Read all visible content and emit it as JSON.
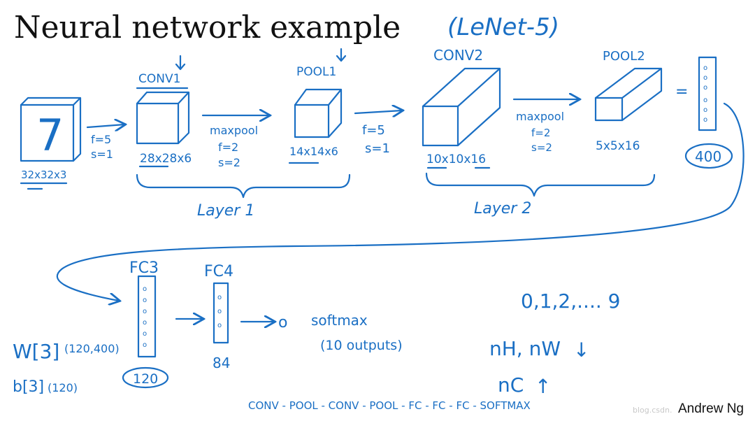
{
  "slide": {
    "title": "Neural network example",
    "subtitle": "(LeNet-5)",
    "author": "Andrew Ng",
    "watermark": "blog.csdn.",
    "ink_color": "#1a6fc4"
  },
  "input": {
    "digit": "7",
    "dims": "32x32x3"
  },
  "conv1": {
    "label": "CONV1",
    "dims": "28x28x6",
    "params": [
      "f=5",
      "s=1"
    ]
  },
  "pool1": {
    "label": "POOL1",
    "dims": "14x14x6",
    "op": "maxpool",
    "params": [
      "f=2",
      "s=2"
    ]
  },
  "conv2": {
    "label": "CONV2",
    "dims": "10x10x16",
    "params": [
      "f=5",
      "s=1"
    ]
  },
  "pool2": {
    "label": "POOL2",
    "dims": "5x5x16",
    "op": "maxpool",
    "params": [
      "f=2",
      "s=2"
    ]
  },
  "layers": [
    "Layer 1",
    "Layer 2"
  ],
  "flatten": {
    "equals": "=",
    "size": "400"
  },
  "fc3": {
    "label": "FC3",
    "size": "120",
    "weights": "W[3]",
    "weight_shape": "(120,400)",
    "bias": "b[3]",
    "bias_shape": "(120)"
  },
  "fc4": {
    "label": "FC4",
    "size": "84"
  },
  "output": {
    "node": "o",
    "label": "softmax",
    "sub": "(10 outputs)",
    "classes": "0,1,2,.... 9"
  },
  "notes": {
    "nh_nw": "nH, nW",
    "nc": "nC",
    "down": "↓",
    "up": "↑"
  },
  "pattern": "CONV - POOL - CONV - POOL - FC - FC - FC - SOFTMAX"
}
